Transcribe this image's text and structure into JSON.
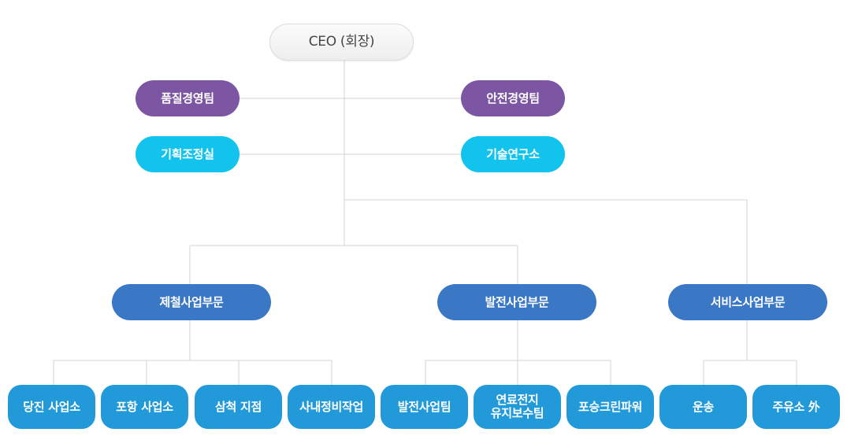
{
  "ceo": "CEO (회장)",
  "staff": {
    "quality": "품질경영팀",
    "safety": "안전경영팀",
    "planning": "기획조정실",
    "tech": "기술연구소"
  },
  "divisions": {
    "steel": "제철사업부문",
    "power": "발전사업부문",
    "service": "서비스사업부문"
  },
  "units": {
    "dangjin": "당진 사업소",
    "pohang": "포항 사업소",
    "samcheok": "삼척 지점",
    "internal": "사내정비작업",
    "power_team": "발전사업팀",
    "fuel_cell": "연료전지\n유지보수팀",
    "posco_power": "포승크린파워",
    "transport": "운송",
    "gas_station": "주유소 外"
  },
  "colors": {
    "connector": "#d3d3d3",
    "staff_purple": "#7c55a3",
    "staff_cyan": "#12c3ee",
    "division_blue": "#3a78c6",
    "unit_blue": "#2299d8"
  }
}
